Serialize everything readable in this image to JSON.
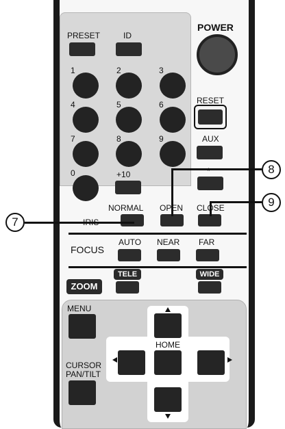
{
  "remote": {
    "power_label": "POWER",
    "preset_label": "PRESET",
    "id_label": "ID",
    "num_1": "1",
    "num_2": "2",
    "num_3": "3",
    "num_4": "4",
    "num_5": "5",
    "num_6": "6",
    "num_7": "7",
    "num_8": "8",
    "num_9": "9",
    "num_0": "0",
    "num_plus10": "+10",
    "reset_label": "RESET",
    "aux_label": "AUX",
    "star_label": "*",
    "iris_label": "IRIS",
    "normal_label": "NORMAL",
    "open_label": "OPEN",
    "close_label": "CLOSE",
    "focus_label": "FOCUS",
    "auto_label": "AUTO",
    "near_label": "NEAR",
    "far_label": "FAR",
    "zoom_label": "ZOOM",
    "tele_label": "TELE",
    "wide_label": "WIDE",
    "menu_label": "MENU",
    "home_label": "HOME",
    "cursor_label_1": "CURSOR",
    "cursor_label_2": "PAN/TILT"
  },
  "callouts": {
    "c7": "7",
    "c8": "8",
    "c9": "9"
  },
  "colors": {
    "button": "#2c2c2c",
    "panel": "#d8d8d8",
    "outline": "#1a1a1a"
  }
}
